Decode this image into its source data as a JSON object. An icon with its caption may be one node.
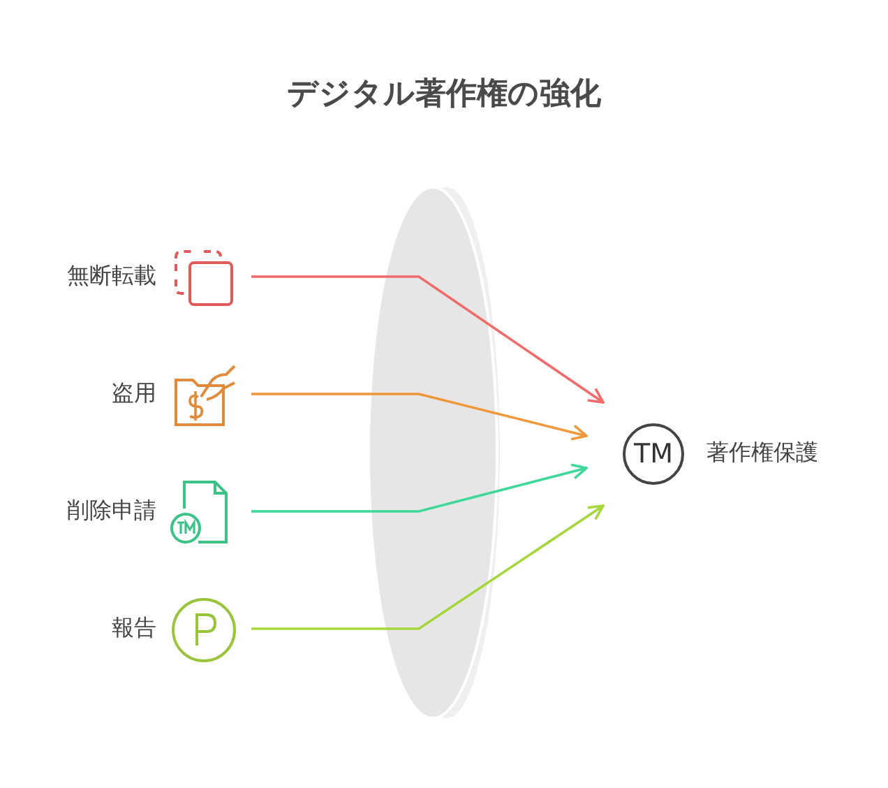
{
  "diagram": {
    "title": "デジタル著作権の強化",
    "nodes": [
      {
        "text": [
          "無断転載"
        ]
      },
      {
        "text": [
          "盗用"
        ]
      },
      {
        "text": [
          "削除申請"
        ]
      },
      {
        "text": [
          "報告"
        ]
      },
      {
        "text": [
          "TM"
        ],
        "beside": [
          "著作権保護"
        ]
      }
    ],
    "edges": [
      {
        "from": 0,
        "to": 4,
        "arrow": "to",
        "color": "#f26b6b"
      },
      {
        "from": 1,
        "to": 4,
        "arrow": "to",
        "color": "#f0973c"
      },
      {
        "from": 2,
        "to": 4,
        "arrow": "to",
        "color": "#3fd89a"
      },
      {
        "from": 3,
        "to": 4,
        "arrow": "to",
        "color": "#a6d63c"
      }
    ]
  }
}
